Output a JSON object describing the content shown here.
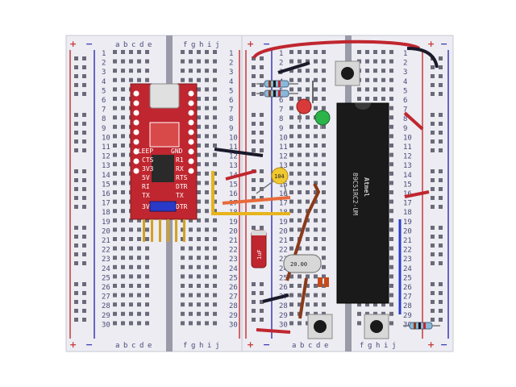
{
  "rails": {
    "plus": "+",
    "minus": "−"
  },
  "columns_left": [
    "a",
    "b",
    "c",
    "d",
    "e"
  ],
  "columns_right": [
    "f",
    "g",
    "h",
    "i",
    "j"
  ],
  "row_numbers": [
    "1",
    "2",
    "3",
    "4",
    "5",
    "6",
    "7",
    "8",
    "9",
    "10",
    "11",
    "12",
    "13",
    "14",
    "15",
    "16",
    "17",
    "18",
    "19",
    "20",
    "21",
    "22",
    "23",
    "24",
    "25",
    "26",
    "27",
    "28",
    "29",
    "30"
  ],
  "usb_module": {
    "pins_left": [
      "SLEEP",
      "CTS",
      "3V3",
      "5V",
      "RI",
      "TX"
    ],
    "pins_right": [
      "GND",
      "R1",
      "RX",
      "RTS",
      "DTR",
      "TX"
    ],
    "short_left": "3V",
    "short_right": "DTR"
  },
  "capacitor_ceramic": "104",
  "capacitor_electrolytic": "1uF",
  "crystal": "20.00",
  "microcontroller": {
    "brand": "Atmel",
    "part": "89C51RC2-UM"
  },
  "colors": {
    "board": "#ececf2",
    "rail_red": "#c83a3a",
    "rail_blue": "#3a3ab4",
    "module": "#c0262f",
    "chip": "#1a1a1a"
  }
}
